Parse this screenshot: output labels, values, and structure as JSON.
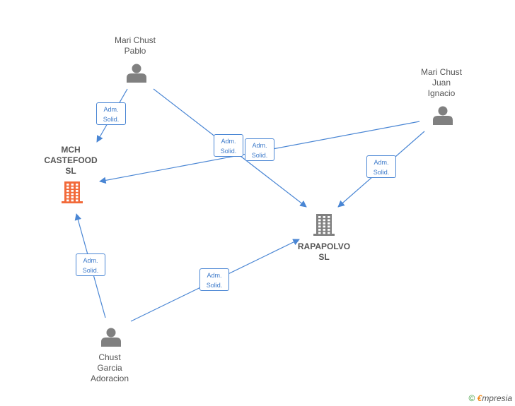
{
  "colors": {
    "edge": "#4a86d4",
    "person": "#808080",
    "company": "#808080",
    "company_highlight": "#f26a3a"
  },
  "nodes": {
    "mari_chust_pablo": {
      "lines": [
        "Mari Chust",
        "Pablo"
      ],
      "type": "person",
      "icon": "person-icon"
    },
    "mari_chust_juan_ignacio": {
      "lines": [
        "Mari Chust",
        "Juan",
        "Ignacio"
      ],
      "type": "person",
      "icon": "person-icon"
    },
    "mch_castefood": {
      "lines": [
        "MCH",
        "CASTEFOOD",
        "SL"
      ],
      "type": "company",
      "icon": "building-icon",
      "highlight": true
    },
    "rapapolvo": {
      "lines": [
        "RAPAPOLVO",
        "SL"
      ],
      "type": "company",
      "icon": "building-icon"
    },
    "chust_garcia_adoracion": {
      "lines": [
        "Chust",
        "Garcia",
        "Adoracion"
      ],
      "type": "person",
      "icon": "person-icon"
    }
  },
  "edges": [
    {
      "from": "mari_chust_pablo",
      "to": "mch_castefood",
      "label": [
        "Adm.",
        "Solid."
      ]
    },
    {
      "from": "mari_chust_pablo",
      "to": "rapapolvo",
      "label": [
        "Adm.",
        "Solid."
      ]
    },
    {
      "from": "mari_chust_juan_ignacio",
      "to": "mch_castefood",
      "label": [
        "Adm.",
        "Solid."
      ]
    },
    {
      "from": "mari_chust_juan_ignacio",
      "to": "rapapolvo",
      "label": [
        "Adm.",
        "Solid."
      ]
    },
    {
      "from": "chust_garcia_adoracion",
      "to": "mch_castefood",
      "label": [
        "Adm.",
        "Solid."
      ]
    },
    {
      "from": "chust_garcia_adoracion",
      "to": "rapapolvo",
      "label": [
        "Adm.",
        "Solid."
      ]
    }
  ],
  "footer": {
    "copyright": "©",
    "brand_first": "€",
    "brand_rest": "mpresia"
  }
}
